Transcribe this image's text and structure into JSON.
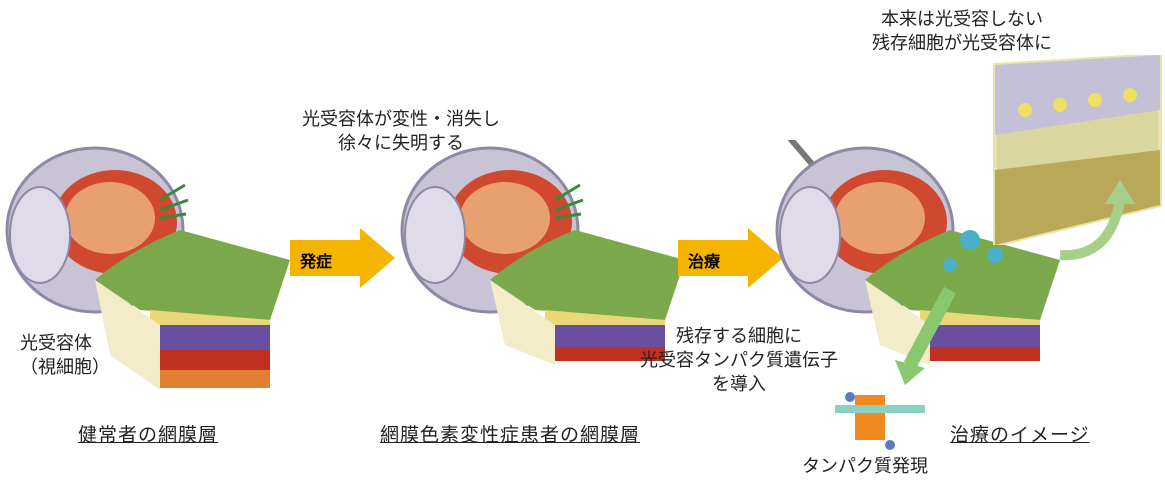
{
  "stages": [
    {
      "caption": "健常者の網膜層"
    },
    {
      "caption": "網膜色素変性症患者の網膜層",
      "note_line1": "光受容体が変性・消失し",
      "note_line2": "徐々に失明する"
    },
    {
      "caption": "治療のイメージ"
    }
  ],
  "arrows": {
    "onset": "発症",
    "treatment": "治療"
  },
  "photoreceptor_label": {
    "line1": "光受容体",
    "line2": "（視細胞）"
  },
  "inset_note": {
    "line1": "本来は光受容しない",
    "line2": "残存細胞が光受容体に"
  },
  "gene_note": {
    "line1": "残存する細胞に",
    "line2": "光受容タンパク質遺伝子",
    "line3": "を導入"
  },
  "protein_label": "タンパク質発現",
  "colors": {
    "arrow_fill": "#f5b400",
    "retina_green": "#7aa84a",
    "retina_purple": "#6a4fa0",
    "retina_red": "#c03020",
    "sclera": "#c9c3d6",
    "lens_red": "#d04830",
    "ring_arrow": "#a6d08a"
  }
}
